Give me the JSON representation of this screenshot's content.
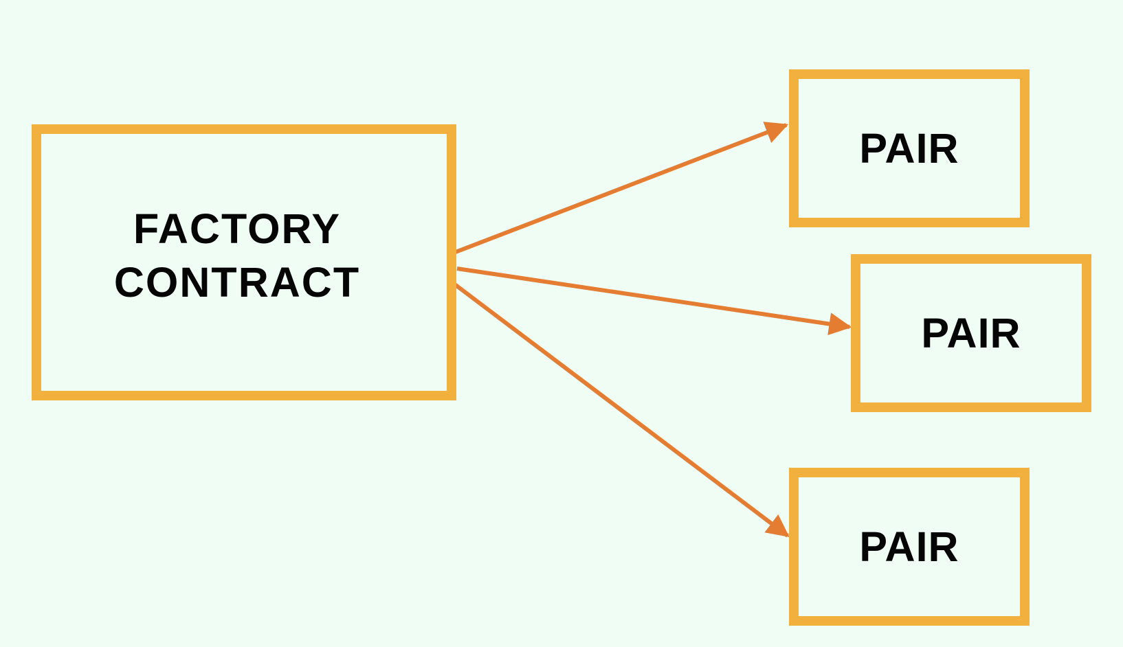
{
  "diagram": {
    "nodes": [
      {
        "id": "factory",
        "label": "FACTORY\nCONTRACT"
      },
      {
        "id": "pair_1",
        "label": "PAIR"
      },
      {
        "id": "pair_2",
        "label": "PAIR"
      },
      {
        "id": "pair_3",
        "label": "PAIR"
      }
    ],
    "edges": [
      {
        "from": "factory",
        "to": "pair_1"
      },
      {
        "from": "factory",
        "to": "pair_2"
      },
      {
        "from": "factory",
        "to": "pair_3"
      }
    ]
  },
  "colors": {
    "background": "#effdf5",
    "box_border": "#f2b13f",
    "arrow": "#e47c31",
    "text": "#050505"
  }
}
